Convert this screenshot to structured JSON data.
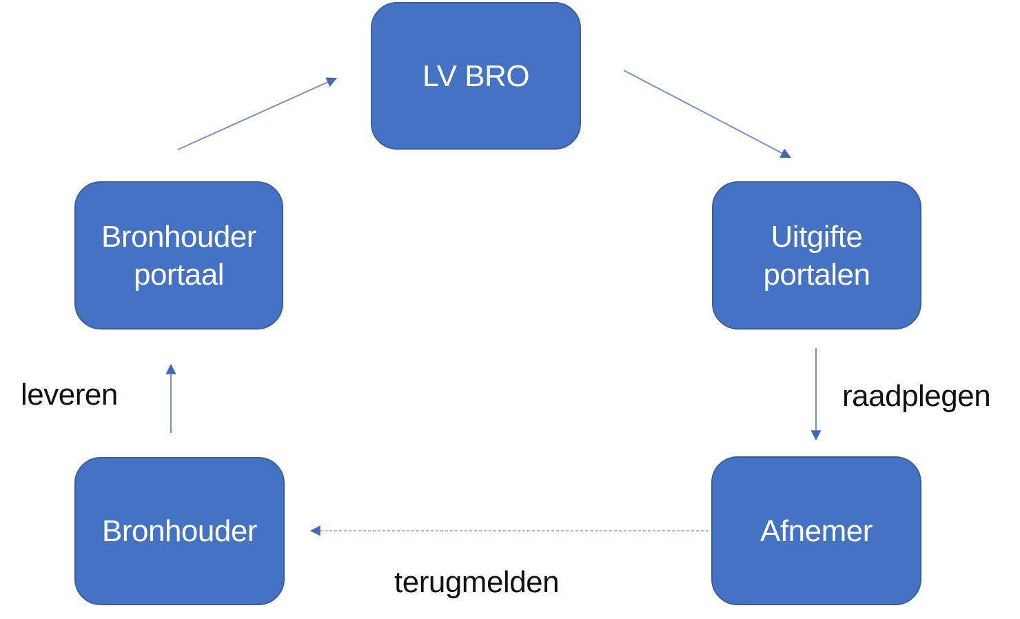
{
  "diagram": {
    "type": "flow-diagram",
    "colors": {
      "background": "#FFFFFF",
      "node_fill": "#4472C4",
      "node_border": "#3A5F9E",
      "node_text": "#FFFFFF",
      "arrow_line": "#7191D6",
      "dashed_arrow_line": "#8DA6DD",
      "arrow_head": "#4169B9",
      "label_text": "#111111"
    },
    "nodes": [
      {
        "id": "lv-bro",
        "label": "LV BRO"
      },
      {
        "id": "bronhouder-portaal",
        "label": "Bronhouder\nportaal"
      },
      {
        "id": "uitgifte-portalen",
        "label": "Uitgifte\nportalen"
      },
      {
        "id": "bronhouder",
        "label": "Bronhouder"
      },
      {
        "id": "afnemer",
        "label": "Afnemer"
      }
    ],
    "edges": [
      {
        "from": "bronhouder-portaal",
        "to": "lv-bro",
        "style": "solid"
      },
      {
        "from": "lv-bro",
        "to": "uitgifte-portalen",
        "style": "solid"
      },
      {
        "from": "uitgifte-portalen",
        "to": "afnemer",
        "style": "solid",
        "label": "raadplegen"
      },
      {
        "from": "afnemer",
        "to": "bronhouder",
        "style": "dashed",
        "label": "terugmelden"
      },
      {
        "from": "bronhouder",
        "to": "bronhouder-portaal",
        "style": "solid",
        "label": "leveren"
      }
    ]
  }
}
